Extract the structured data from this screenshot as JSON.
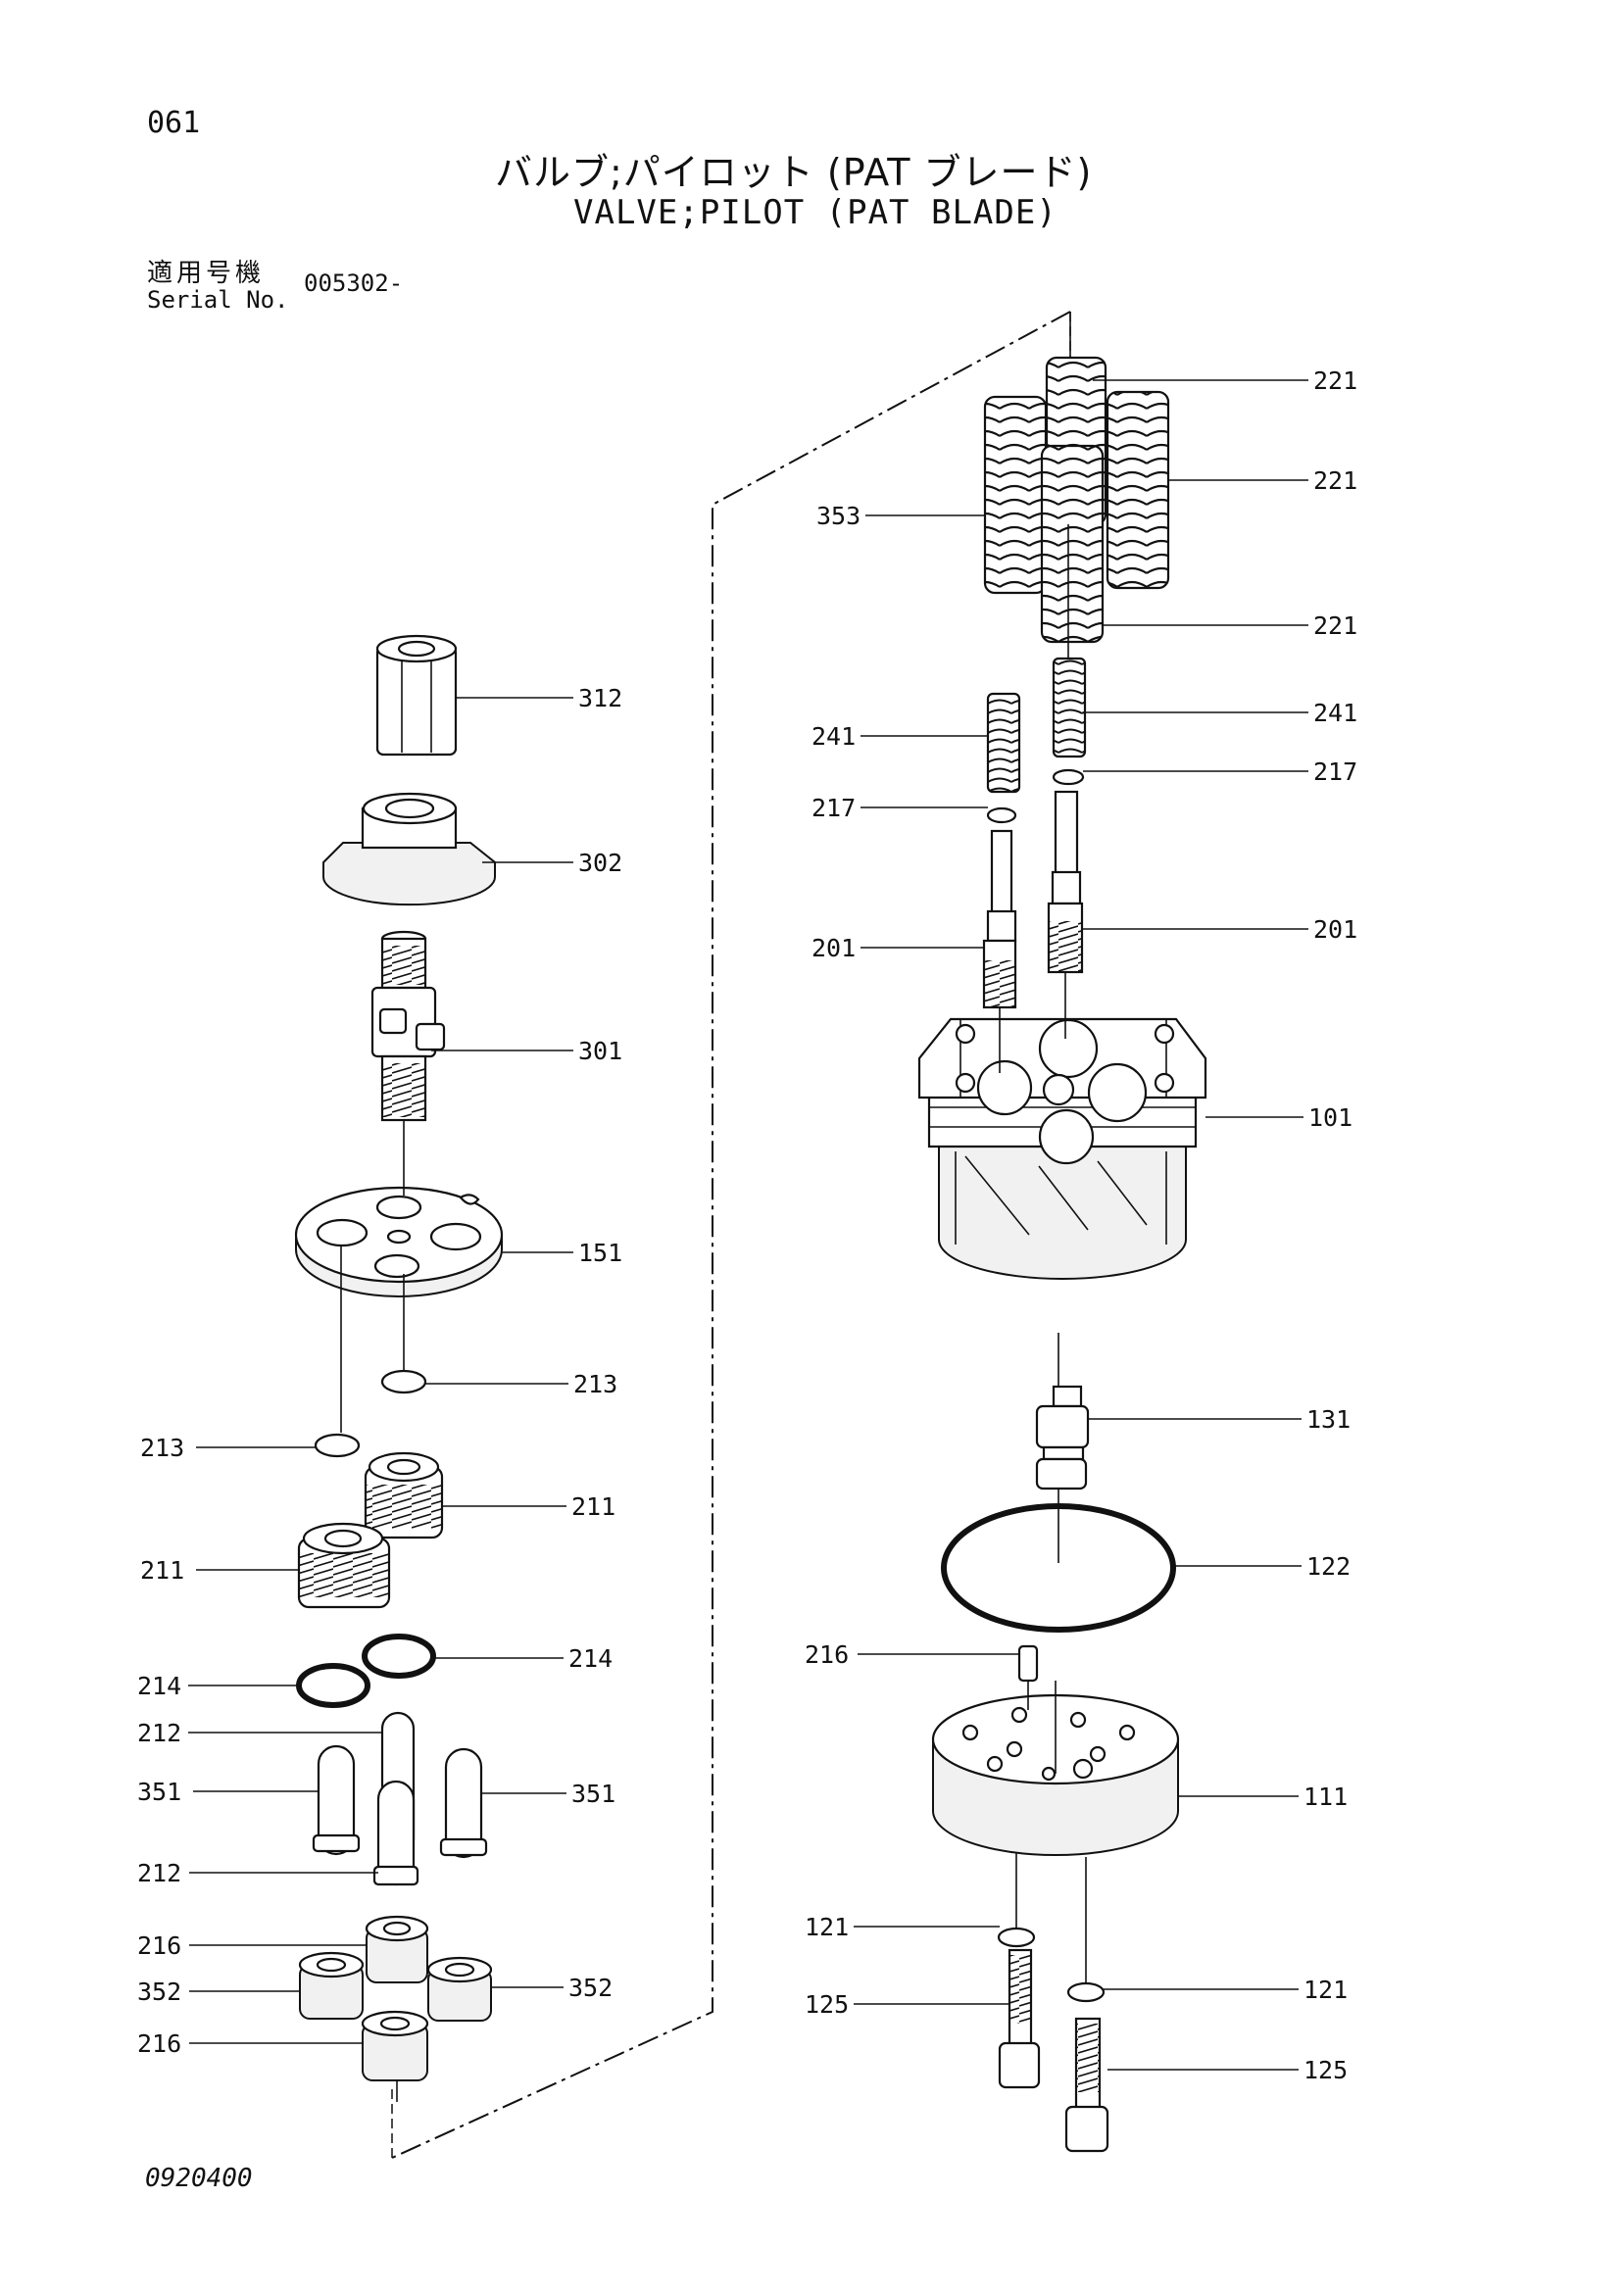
{
  "page_number": "061",
  "title_jp": "バルブ;パイロット (PAT ブレード)",
  "title_en": "VALVE;PILOT (PAT BLADE)",
  "serial_label_jp": "適用号機",
  "serial_label_en": "Serial No.",
  "serial_value": "005302-",
  "drawing_code": "0920400",
  "labels": {
    "c221a": "221",
    "c221b": "221",
    "c221c": "221",
    "c353": "353",
    "c241l": "241",
    "c241r": "241",
    "c217l": "217",
    "c217r": "217",
    "c201l": "201",
    "c201r": "201",
    "c101": "101",
    "c131": "131",
    "c122": "122",
    "c216r": "216",
    "c111": "111",
    "c121l": "121",
    "c121r": "121",
    "c125l": "125",
    "c125r": "125",
    "c312": "312",
    "c302": "302",
    "c301": "301",
    "c151": "151",
    "c213r": "213",
    "c213l": "213",
    "c211r": "211",
    "c211l": "211",
    "c214r": "214",
    "c214l": "214",
    "c212a": "212",
    "c212b": "212",
    "c351l": "351",
    "c351r": "351",
    "c216a": "216",
    "c216b": "216",
    "c352l": "352",
    "c352r": "352"
  }
}
